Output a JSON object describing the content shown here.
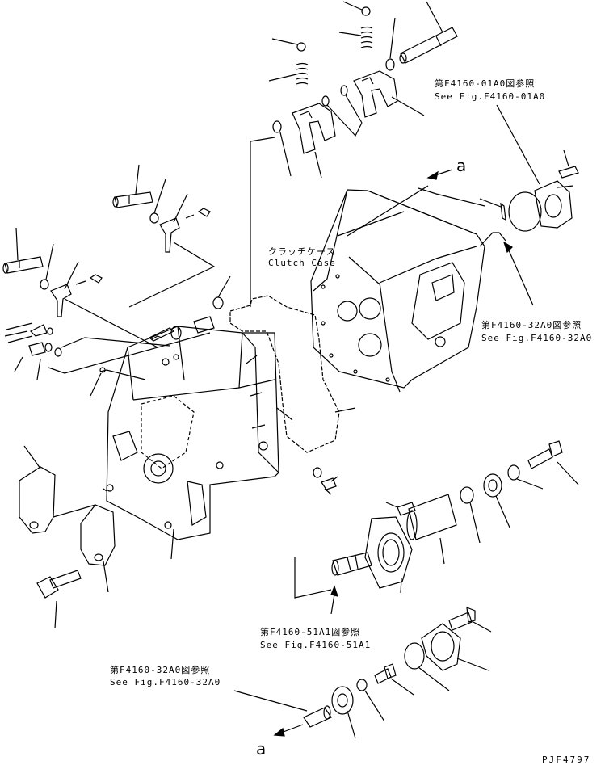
{
  "references": {
    "top_right": {
      "jp": "第F4160-01A0図参照",
      "en": "See Fig.F4160-01A0"
    },
    "mid_right": {
      "jp": "第F4160-32A0図参照",
      "en": "See Fig.F4160-32A0"
    },
    "center_bottom": {
      "jp": "第F4160-51A1図参照",
      "en": "See Fig.F4160-51A1"
    },
    "bottom_left": {
      "jp": "第F4160-32A0図参照",
      "en": "See Fig.F4160-32A0"
    }
  },
  "clutch_case": {
    "jp": "クラッチケース",
    "en": "Clutch Case"
  },
  "arrow_labels": {
    "top": "a",
    "bottom": "a"
  },
  "drawing_code": "PJF4797",
  "colors": {
    "ink": "#000000",
    "paper": "#ffffff"
  }
}
